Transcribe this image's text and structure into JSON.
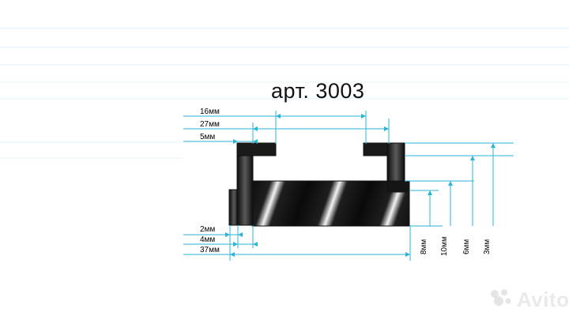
{
  "title": "арт. 3003",
  "dimensions": {
    "top_16": "16мм",
    "top_27": "27мм",
    "top_5": "5мм",
    "bot_2": "2мм",
    "bot_4": "4мм",
    "bot_37": "37мм",
    "right_8": "8мм",
    "right_10": "10мм",
    "right_6": "6мм",
    "right_3": "3мм"
  },
  "watermark": "Avito",
  "colors": {
    "dim_line": "#29b6d6",
    "profile": "#111111"
  }
}
